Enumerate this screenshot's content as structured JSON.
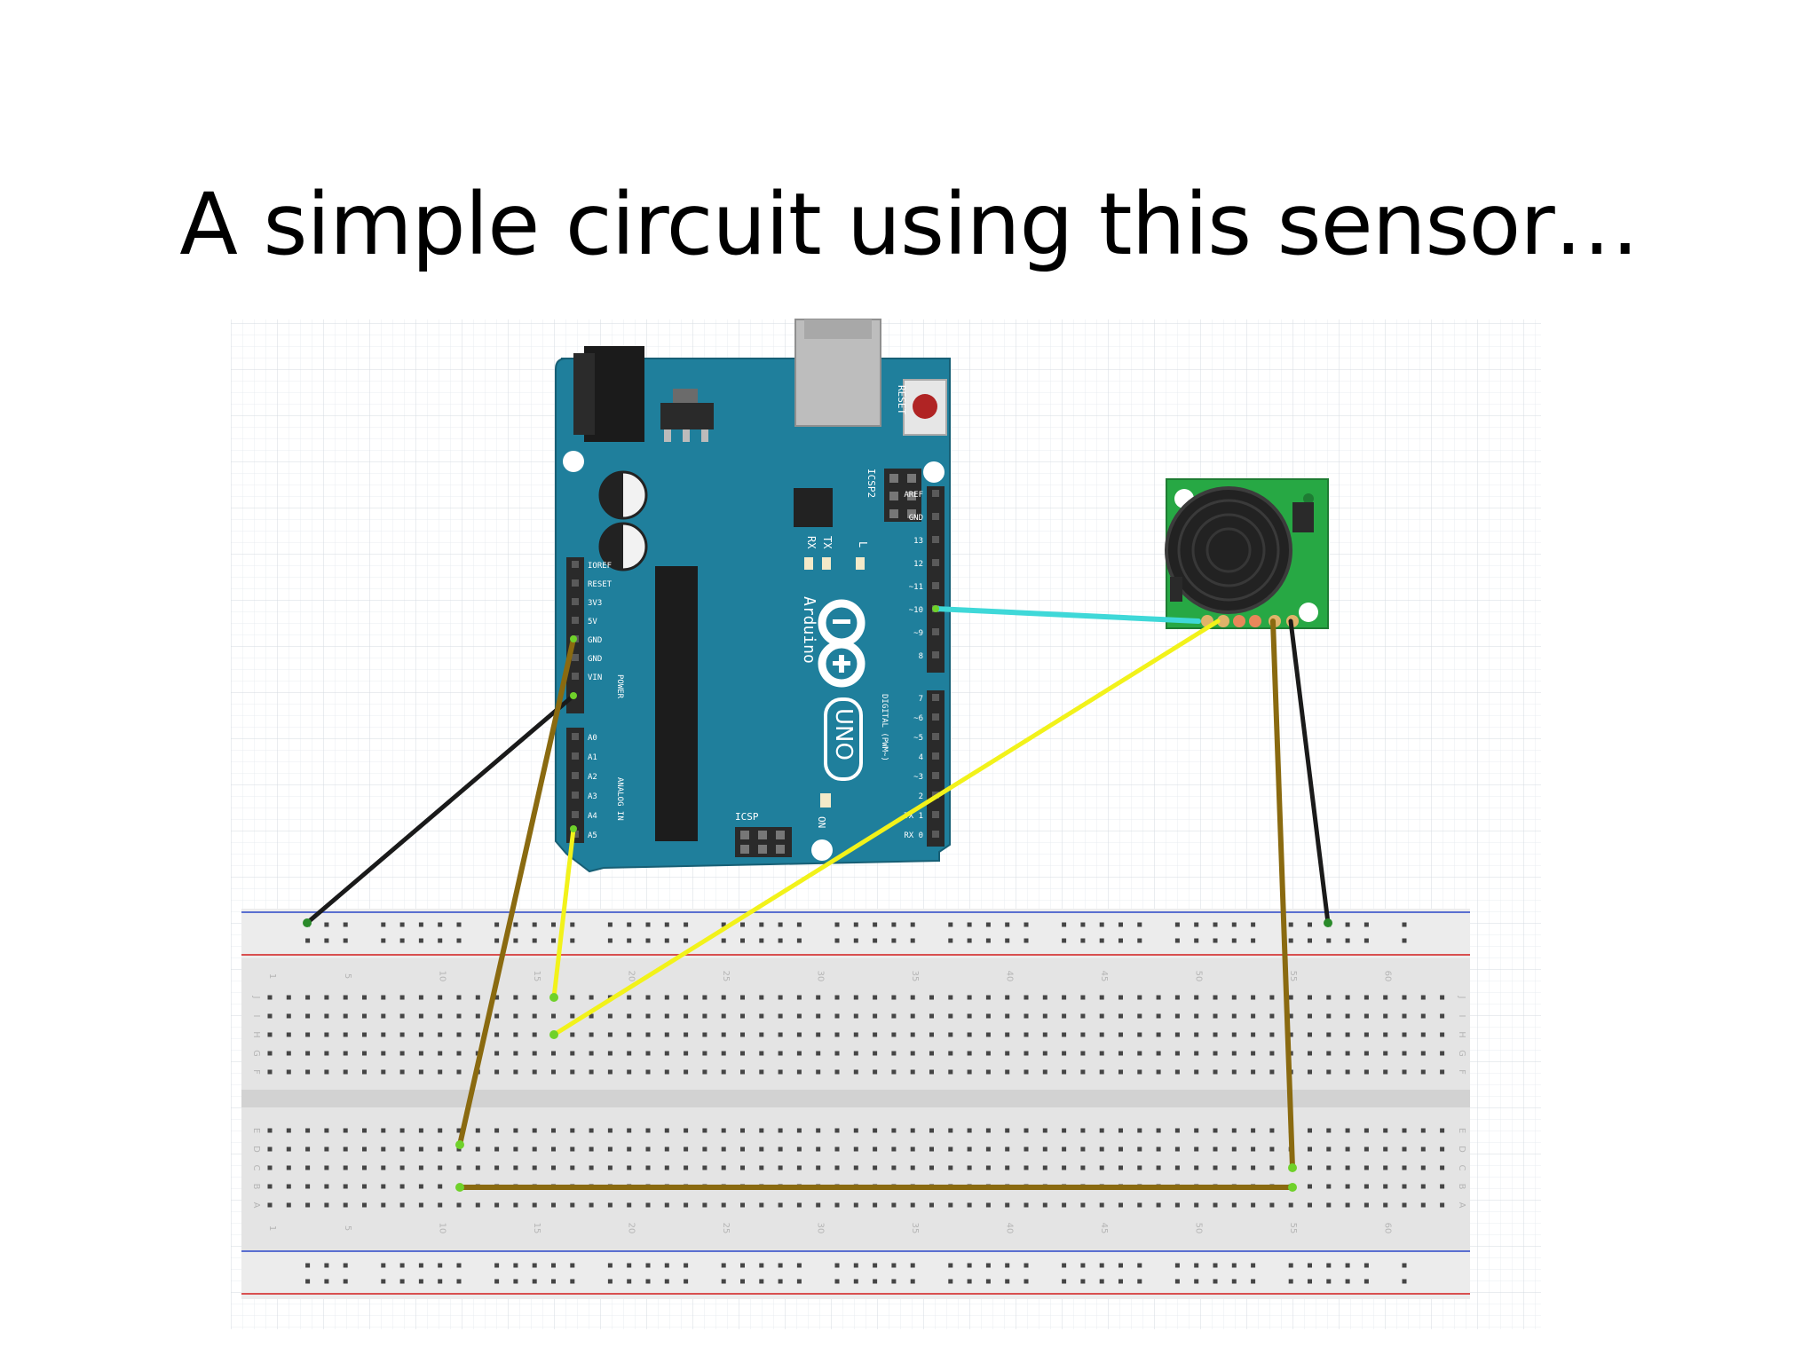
{
  "slide": {
    "title": "A simple circuit using this sensor…"
  },
  "arduino": {
    "brand": "Arduino",
    "model": "UNO",
    "reset_label": "RESET",
    "icsp2_label": "ICSP2",
    "icsp_label": "ICSP",
    "tx_label": "TX",
    "rx_label": "RX",
    "l_label": "L",
    "on_label": "ON",
    "power_header_label": "POWER",
    "analog_header_label": "ANALOG IN",
    "digital_header_label": "DIGITAL (PWM~)",
    "power_pins": [
      "IOREF",
      "RESET",
      "3V3",
      "5V",
      "GND",
      "GND",
      "VIN"
    ],
    "analog_pins": [
      "A0",
      "A1",
      "A2",
      "A3",
      "A4",
      "A5"
    ],
    "digital_pins_upper": [
      "AREF",
      "GND",
      "13",
      "12",
      "~11",
      "~10",
      "~9",
      "8"
    ],
    "digital_pins_lower": [
      "7",
      "~6",
      "~5",
      "4",
      "~3",
      "2",
      "TX 1",
      "RX 0"
    ]
  },
  "breadboard": {
    "column_labels": [
      "1",
      "5",
      "10",
      "15",
      "20",
      "25",
      "30",
      "35",
      "40",
      "45",
      "50",
      "55",
      "60"
    ],
    "row_labels_top": [
      "J",
      "I",
      "H",
      "G",
      "F"
    ],
    "row_labels_bottom": [
      "E",
      "D",
      "C",
      "B",
      "A"
    ]
  },
  "colors": {
    "board_blue": "#1f7f9c",
    "sensor_green": "#27a844",
    "wire_black": "#1a1a1a",
    "wire_brown": "#8a6a10",
    "wire_yellow": "#f2f21a",
    "wire_cyan": "#3fd8d8",
    "rail_blue": "#5a6fd0",
    "rail_red": "#d85050"
  }
}
